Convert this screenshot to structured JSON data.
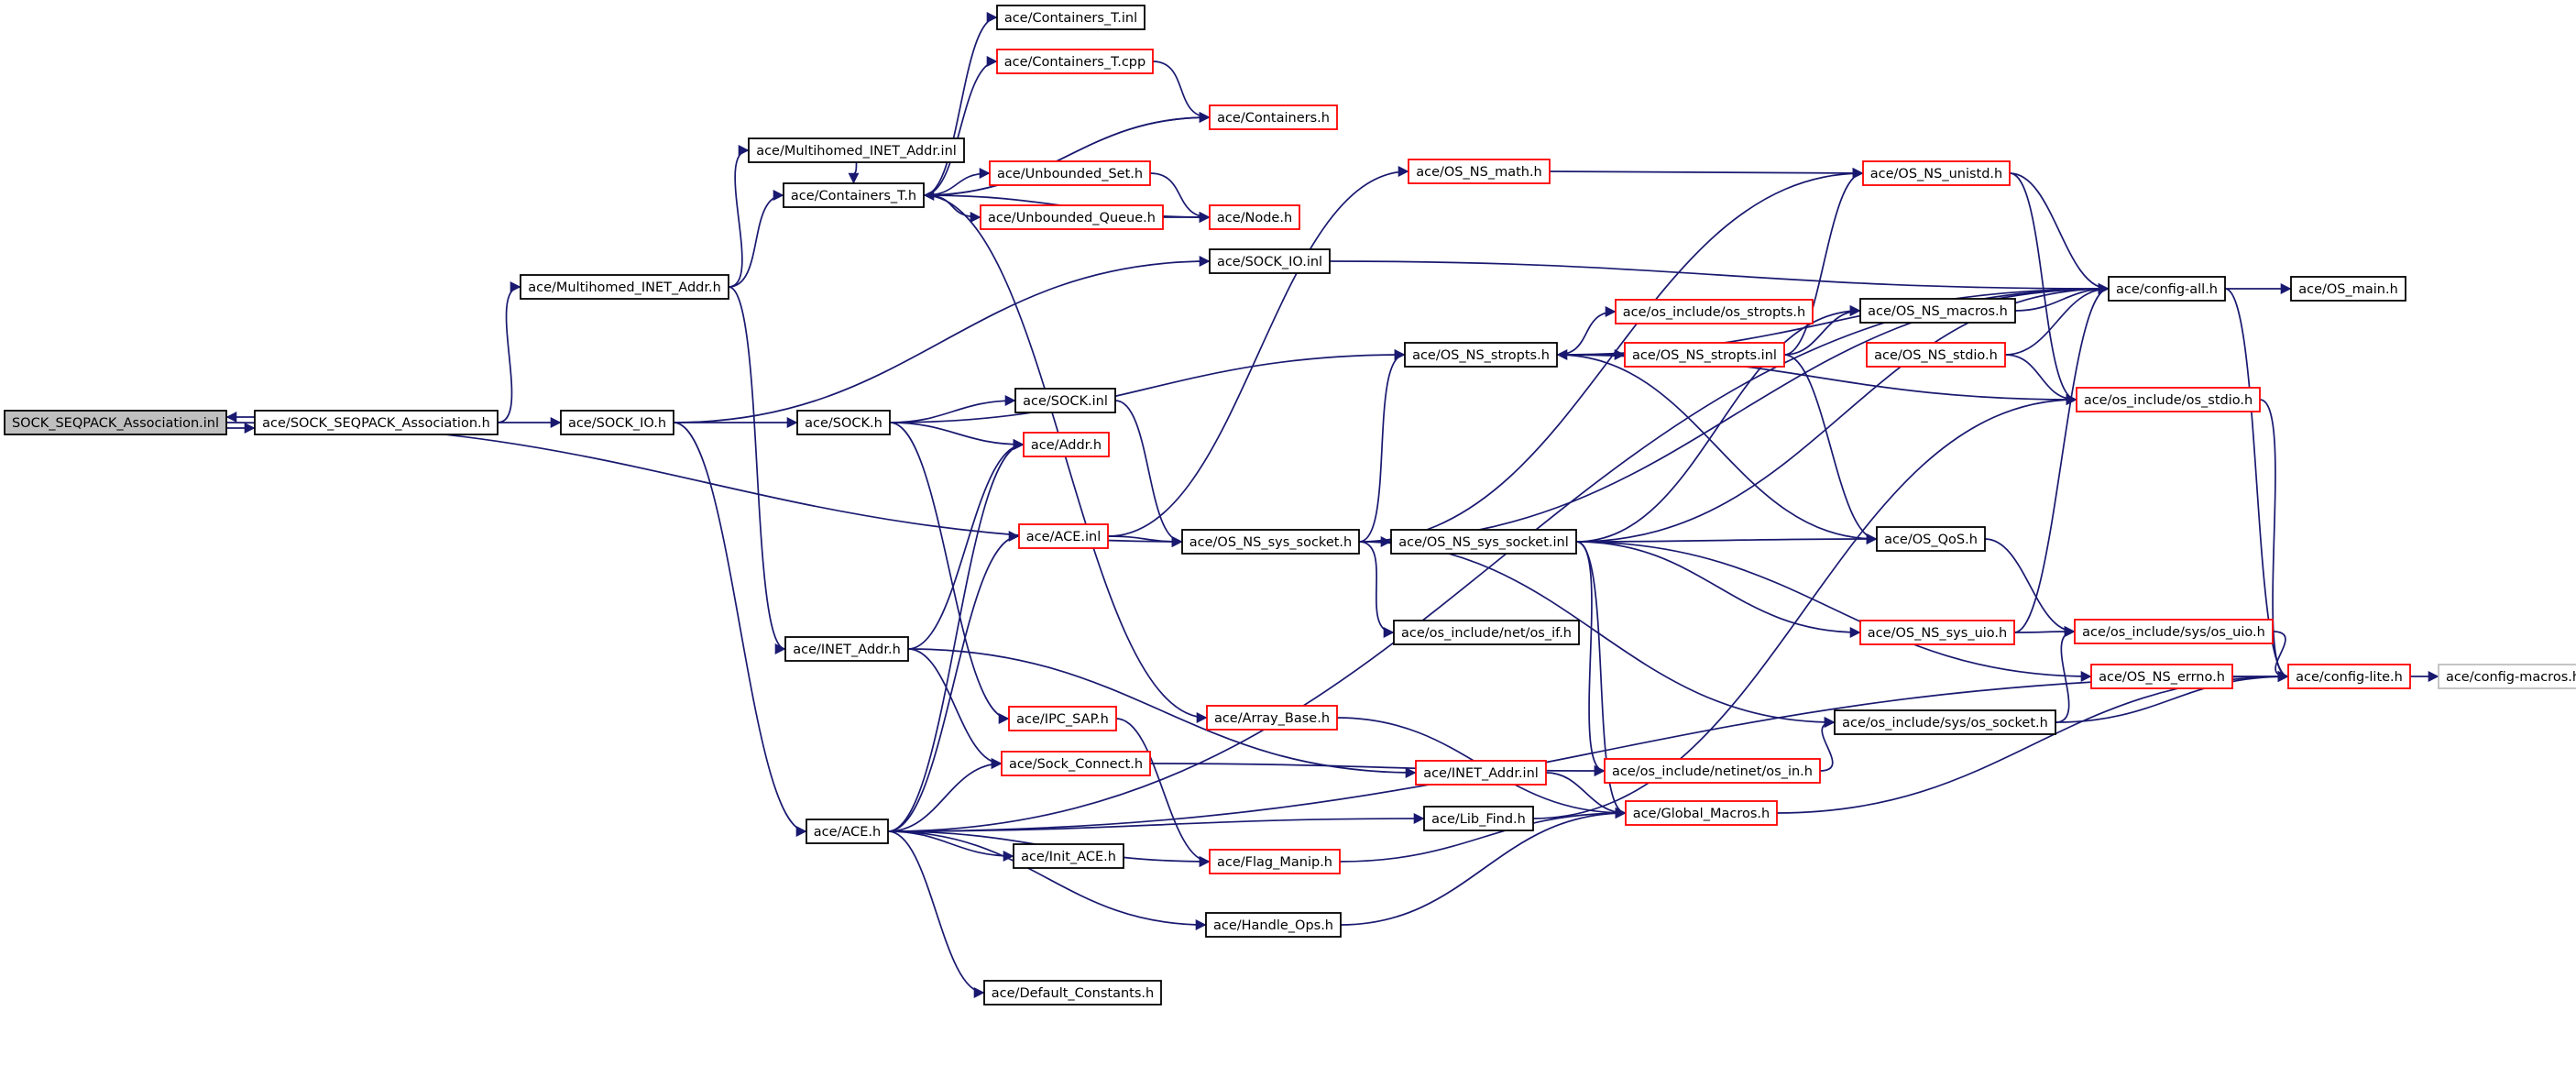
{
  "colors": {
    "edge": "#191970",
    "node_documented": "#000000",
    "node_undocumented": "#ff0000",
    "node_external": "#bfbfbf",
    "root_fill": "#bfbfbf",
    "node_fill": "#ffffff"
  },
  "nodes": [
    {
      "id": "root",
      "label": "SOCK_SEQPACK_Association.inl",
      "kind": "root"
    },
    {
      "id": "assoc_h",
      "label": "ace/SOCK_SEQPACK_Association.h",
      "kind": "documented"
    },
    {
      "id": "mh_addr_h",
      "label": "ace/Multihomed_INET_Addr.h",
      "kind": "documented"
    },
    {
      "id": "mh_addr_inl",
      "label": "ace/Multihomed_INET_Addr.inl",
      "kind": "documented"
    },
    {
      "id": "sock_io_h",
      "label": "ace/SOCK_IO.h",
      "kind": "documented"
    },
    {
      "id": "sock_io_inl",
      "label": "ace/SOCK_IO.inl",
      "kind": "documented"
    },
    {
      "id": "sock_h",
      "label": "ace/SOCK.h",
      "kind": "documented"
    },
    {
      "id": "sock_inl",
      "label": "ace/SOCK.inl",
      "kind": "documented"
    },
    {
      "id": "addr_h",
      "label": "ace/Addr.h",
      "kind": "undocumented"
    },
    {
      "id": "cont_t_inl",
      "label": "ace/Containers_T.inl",
      "kind": "documented"
    },
    {
      "id": "cont_t_cpp",
      "label": "ace/Containers_T.cpp",
      "kind": "undocumented"
    },
    {
      "id": "cont_h",
      "label": "ace/Containers.h",
      "kind": "undocumented"
    },
    {
      "id": "cont_t_h",
      "label": "ace/Containers_T.h",
      "kind": "documented"
    },
    {
      "id": "unb_set",
      "label": "ace/Unbounded_Set.h",
      "kind": "undocumented"
    },
    {
      "id": "unb_queue",
      "label": "ace/Unbounded_Queue.h",
      "kind": "undocumented"
    },
    {
      "id": "node_h",
      "label": "ace/Node.h",
      "kind": "undocumented"
    },
    {
      "id": "os_ns_math",
      "label": "ace/OS_NS_math.h",
      "kind": "undocumented"
    },
    {
      "id": "os_ns_unistd",
      "label": "ace/OS_NS_unistd.h",
      "kind": "undocumented"
    },
    {
      "id": "config_all",
      "label": "ace/config-all.h",
      "kind": "documented"
    },
    {
      "id": "os_main",
      "label": "ace/OS_main.h",
      "kind": "documented"
    },
    {
      "id": "os_inc_stropts",
      "label": "ace/os_include/os_stropts.h",
      "kind": "undocumented"
    },
    {
      "id": "os_ns_macros",
      "label": "ace/OS_NS_macros.h",
      "kind": "documented"
    },
    {
      "id": "os_ns_stropts_h",
      "label": "ace/OS_NS_stropts.h",
      "kind": "documented"
    },
    {
      "id": "os_ns_stropts_inl",
      "label": "ace/OS_NS_stropts.inl",
      "kind": "undocumented"
    },
    {
      "id": "os_ns_stdio",
      "label": "ace/OS_NS_stdio.h",
      "kind": "undocumented"
    },
    {
      "id": "os_inc_stdio",
      "label": "ace/os_include/os_stdio.h",
      "kind": "undocumented"
    },
    {
      "id": "ace_inl",
      "label": "ace/ACE.inl",
      "kind": "undocumented"
    },
    {
      "id": "os_ns_sys_socket_h",
      "label": "ace/OS_NS_sys_socket.h",
      "kind": "documented"
    },
    {
      "id": "os_ns_sys_socket_inl",
      "label": "ace/OS_NS_sys_socket.inl",
      "kind": "documented"
    },
    {
      "id": "os_qos",
      "label": "ace/OS_QoS.h",
      "kind": "documented"
    },
    {
      "id": "net_if",
      "label": "ace/os_include/net/os_if.h",
      "kind": "documented"
    },
    {
      "id": "inet_addr_h",
      "label": "ace/INET_Addr.h",
      "kind": "documented"
    },
    {
      "id": "os_ns_sys_uio",
      "label": "ace/OS_NS_sys_uio.h",
      "kind": "undocumented"
    },
    {
      "id": "os_inc_sys_uio",
      "label": "ace/os_include/sys/os_uio.h",
      "kind": "undocumented"
    },
    {
      "id": "os_ns_errno",
      "label": "ace/OS_NS_errno.h",
      "kind": "undocumented"
    },
    {
      "id": "config_lite",
      "label": "ace/config-lite.h",
      "kind": "undocumented"
    },
    {
      "id": "config_macros",
      "label": "ace/config-macros.h",
      "kind": "external"
    },
    {
      "id": "ipc_sap",
      "label": "ace/IPC_SAP.h",
      "kind": "undocumented"
    },
    {
      "id": "array_base",
      "label": "ace/Array_Base.h",
      "kind": "undocumented"
    },
    {
      "id": "os_inc_sys_socket",
      "label": "ace/os_include/sys/os_socket.h",
      "kind": "documented"
    },
    {
      "id": "sock_connect",
      "label": "ace/Sock_Connect.h",
      "kind": "undocumented"
    },
    {
      "id": "inet_addr_inl",
      "label": "ace/INET_Addr.inl",
      "kind": "undocumented"
    },
    {
      "id": "netinet_in",
      "label": "ace/os_include/netinet/os_in.h",
      "kind": "undocumented"
    },
    {
      "id": "global_macros",
      "label": "ace/Global_Macros.h",
      "kind": "undocumented"
    },
    {
      "id": "ace_h",
      "label": "ace/ACE.h",
      "kind": "documented"
    },
    {
      "id": "lib_find",
      "label": "ace/Lib_Find.h",
      "kind": "documented"
    },
    {
      "id": "init_ace",
      "label": "ace/Init_ACE.h",
      "kind": "documented"
    },
    {
      "id": "flag_manip",
      "label": "ace/Flag_Manip.h",
      "kind": "undocumented"
    },
    {
      "id": "handle_ops",
      "label": "ace/Handle_Ops.h",
      "kind": "documented"
    },
    {
      "id": "default_constants",
      "label": "ace/Default_Constants.h",
      "kind": "documented"
    }
  ],
  "edges": [
    [
      "root",
      "assoc_h"
    ],
    [
      "assoc_h",
      "root"
    ],
    [
      "assoc_h",
      "mh_addr_h"
    ],
    [
      "assoc_h",
      "sock_io_h"
    ],
    [
      "root",
      "os_ns_sys_socket_h"
    ],
    [
      "mh_addr_h",
      "mh_addr_inl"
    ],
    [
      "mh_addr_h",
      "cont_t_h"
    ],
    [
      "mh_addr_h",
      "inet_addr_h"
    ],
    [
      "mh_addr_inl",
      "cont_t_h"
    ],
    [
      "cont_t_h",
      "cont_t_inl"
    ],
    [
      "cont_t_h",
      "cont_t_cpp"
    ],
    [
      "cont_t_h",
      "cont_h"
    ],
    [
      "cont_t_h",
      "unb_set"
    ],
    [
      "cont_t_h",
      "unb_queue"
    ],
    [
      "cont_t_h",
      "node_h"
    ],
    [
      "cont_t_h",
      "array_base"
    ],
    [
      "cont_t_cpp",
      "cont_h"
    ],
    [
      "cont_h",
      "cont_t_h"
    ],
    [
      "unb_set",
      "node_h"
    ],
    [
      "unb_queue",
      "node_h"
    ],
    [
      "sock_io_h",
      "sock_io_inl"
    ],
    [
      "sock_io_h",
      "sock_h"
    ],
    [
      "sock_io_h",
      "ace_h"
    ],
    [
      "sock_io_inl",
      "config_all"
    ],
    [
      "sock_h",
      "os_ns_stropts_h"
    ],
    [
      "sock_h",
      "sock_inl"
    ],
    [
      "sock_h",
      "addr_h"
    ],
    [
      "sock_h",
      "ipc_sap"
    ],
    [
      "sock_inl",
      "os_ns_sys_socket_h"
    ],
    [
      "inet_addr_h",
      "addr_h"
    ],
    [
      "inet_addr_h",
      "sock_connect"
    ],
    [
      "inet_addr_h",
      "inet_addr_inl"
    ],
    [
      "ace_inl",
      "os_ns_sys_socket_h"
    ],
    [
      "ace_inl",
      "os_ns_math"
    ],
    [
      "os_ns_math",
      "os_ns_unistd"
    ],
    [
      "os_ns_unistd",
      "config_all"
    ],
    [
      "os_ns_unistd",
      "os_inc_stdio"
    ],
    [
      "os_ns_sys_socket_h",
      "os_ns_sys_socket_inl"
    ],
    [
      "os_ns_sys_socket_h",
      "os_ns_stropts_h"
    ],
    [
      "os_ns_sys_socket_h",
      "net_if"
    ],
    [
      "os_ns_sys_socket_h",
      "os_inc_sys_socket"
    ],
    [
      "os_ns_sys_socket_h",
      "config_all"
    ],
    [
      "os_ns_sys_socket_h",
      "os_ns_unistd"
    ],
    [
      "os_ns_sys_socket_inl",
      "os_qos"
    ],
    [
      "os_ns_sys_socket_inl",
      "os_ns_sys_uio"
    ],
    [
      "os_ns_sys_socket_inl",
      "os_ns_errno"
    ],
    [
      "os_ns_sys_socket_inl",
      "netinet_in"
    ],
    [
      "os_ns_sys_socket_inl",
      "global_macros"
    ],
    [
      "os_ns_sys_socket_inl",
      "os_ns_macros"
    ],
    [
      "os_ns_sys_socket_inl",
      "config_all"
    ],
    [
      "os_ns_stropts_h",
      "os_inc_stropts"
    ],
    [
      "os_ns_stropts_h",
      "os_ns_stropts_inl"
    ],
    [
      "os_ns_stropts_h",
      "config_all"
    ],
    [
      "os_ns_stropts_h",
      "os_inc_stdio"
    ],
    [
      "os_ns_stropts_inl",
      "os_ns_macros"
    ],
    [
      "os_ns_stropts_inl",
      "os_ns_unistd"
    ],
    [
      "os_ns_stropts_inl",
      "os_qos"
    ],
    [
      "os_ns_macros",
      "config_all"
    ],
    [
      "os_ns_stdio",
      "config_all"
    ],
    [
      "os_ns_stdio",
      "os_inc_stdio"
    ],
    [
      "os_qos",
      "os_ns_stropts_h"
    ],
    [
      "os_qos",
      "os_inc_sys_uio"
    ],
    [
      "os_ns_sys_uio",
      "config_all"
    ],
    [
      "os_ns_sys_uio",
      "os_inc_sys_uio"
    ],
    [
      "os_inc_sys_uio",
      "config_lite"
    ],
    [
      "os_ns_errno",
      "config_lite"
    ],
    [
      "os_inc_sys_socket",
      "config_lite"
    ],
    [
      "os_inc_sys_socket",
      "os_inc_sys_uio"
    ],
    [
      "netinet_in",
      "os_inc_sys_socket"
    ],
    [
      "global_macros",
      "config_lite"
    ],
    [
      "config_all",
      "os_main"
    ],
    [
      "config_all",
      "config_lite"
    ],
    [
      "os_inc_stdio",
      "config_lite"
    ],
    [
      "config_lite",
      "config_macros"
    ],
    [
      "ace_h",
      "ace_inl"
    ],
    [
      "ace_h",
      "addr_h"
    ],
    [
      "ace_h",
      "sock_connect"
    ],
    [
      "ace_h",
      "lib_find"
    ],
    [
      "ace_h",
      "init_ace"
    ],
    [
      "ace_h",
      "flag_manip"
    ],
    [
      "ace_h",
      "handle_ops"
    ],
    [
      "ace_h",
      "default_constants"
    ],
    [
      "ace_h",
      "config_lite"
    ],
    [
      "ace_h",
      "config_all"
    ],
    [
      "sock_connect",
      "netinet_in"
    ],
    [
      "ipc_sap",
      "flag_manip"
    ],
    [
      "inet_addr_inl",
      "global_macros"
    ],
    [
      "array_base",
      "global_macros"
    ],
    [
      "lib_find",
      "os_inc_stdio"
    ],
    [
      "flag_manip",
      "global_macros"
    ],
    [
      "handle_ops",
      "global_macros"
    ]
  ]
}
